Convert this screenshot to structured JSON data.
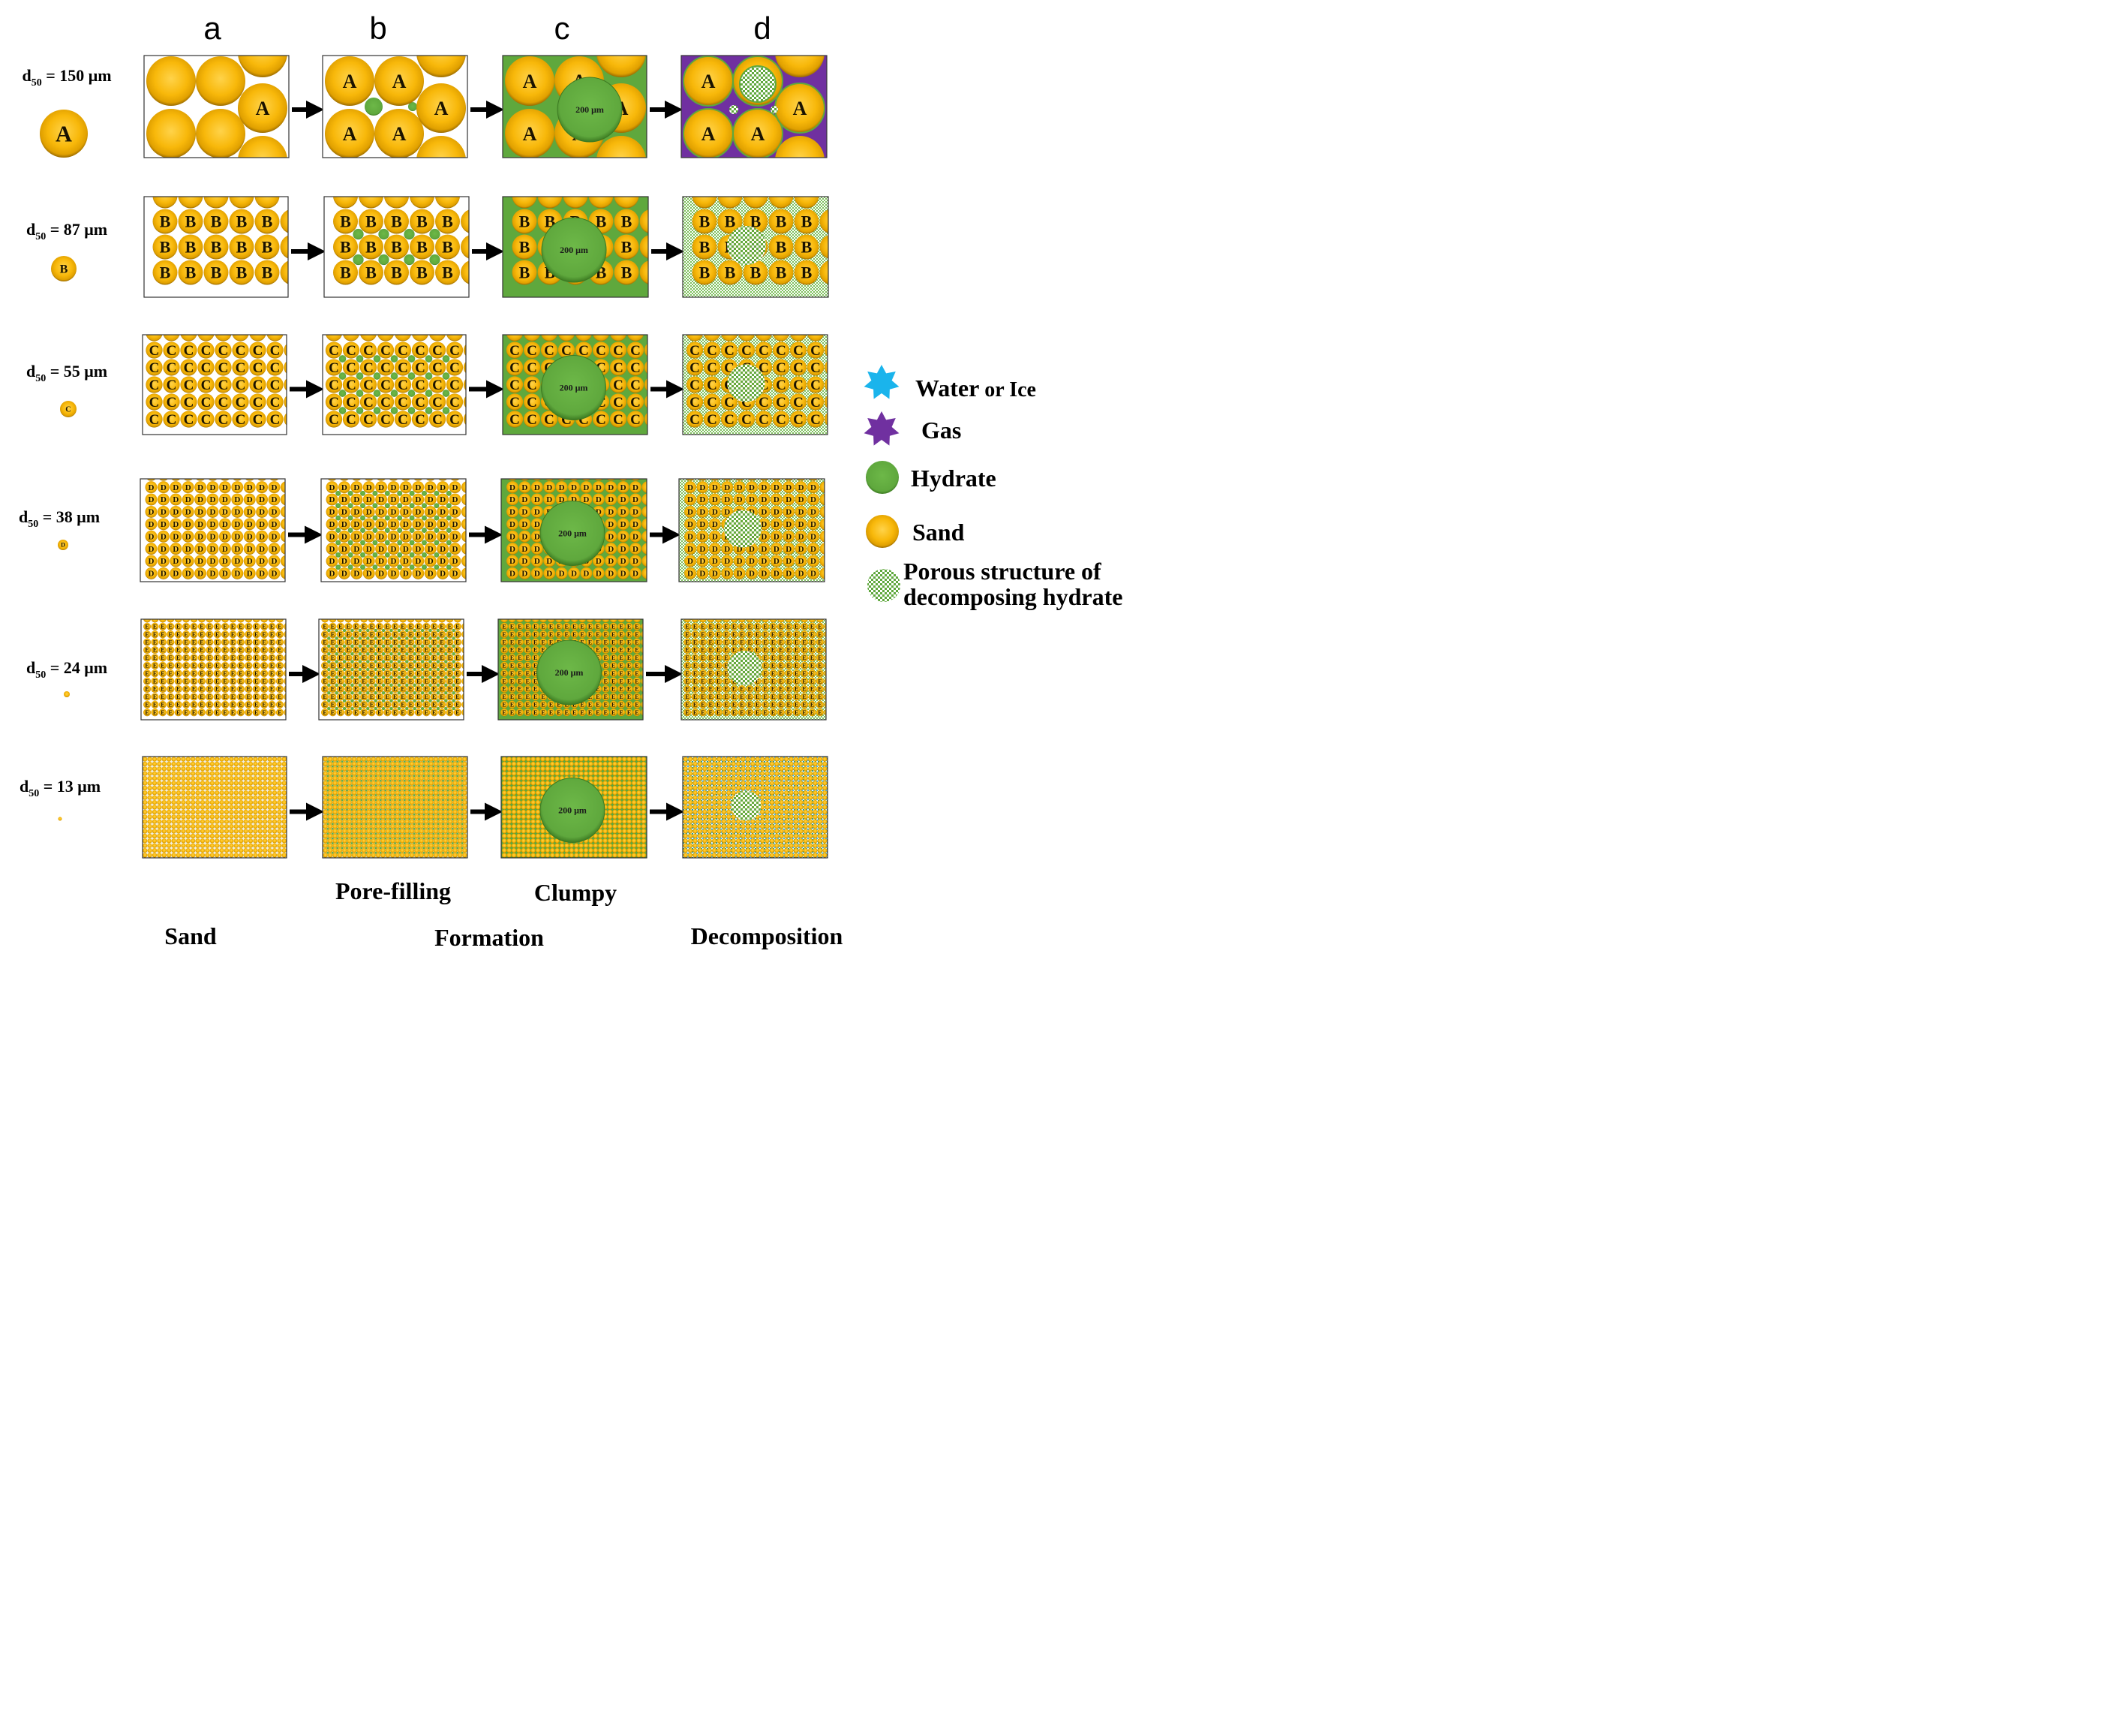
{
  "columns": [
    "a",
    "b",
    "c",
    "d"
  ],
  "rows": [
    {
      "d50_prefix": "d",
      "d50_sub": "50",
      "d50_value": " = 150 μm",
      "particle": "A"
    },
    {
      "d50_prefix": "d",
      "d50_sub": "50",
      "d50_value": " = 87 μm",
      "particle": "B"
    },
    {
      "d50_prefix": "d",
      "d50_sub": "50",
      "d50_value": " = 55 μm",
      "particle": "C"
    },
    {
      "d50_prefix": "d",
      "d50_sub": "50",
      "d50_value": " = 38 μm",
      "particle": "D"
    },
    {
      "d50_prefix": "d",
      "d50_sub": "50",
      "d50_value": " = 24 μm",
      "particle": "E"
    },
    {
      "d50_prefix": "d",
      "d50_sub": "50",
      "d50_value": " = 13 μm",
      "particle": ""
    }
  ],
  "hydrate_label": "200 μm",
  "stage_labels": {
    "pore_filling": "Pore-filling",
    "clumpy": "Clumpy",
    "sand": "Sand",
    "formation": "Formation",
    "decomposition": "Decomposition"
  },
  "legend": [
    {
      "key": "water",
      "label_main": "Water",
      "label_tail": " or Ice",
      "icon": "star-icon",
      "color": "#1ab4ec"
    },
    {
      "key": "gas",
      "label_main": "Gas",
      "label_tail": "",
      "icon": "star-icon",
      "color": "#7030a0"
    },
    {
      "key": "hydrate",
      "label_main": "Hydrate",
      "label_tail": "",
      "icon": "circle-icon",
      "color": "#5fa83d"
    },
    {
      "key": "sand",
      "label_main": "Sand",
      "label_tail": "",
      "icon": "circle-icon",
      "color": "#ffc000"
    },
    {
      "key": "porous",
      "label_main": "Porous structure of",
      "label_tail": "decomposing  hydrate",
      "icon": "checker-icon",
      "color": "#5fa83d"
    }
  ],
  "colors": {
    "sand": "#f8b80a",
    "sand_light": "#ffd34a",
    "sand_dark": "#a87400",
    "hydrate": "#5fa83d",
    "hydrate_dark": "#3c7a22",
    "gas": "#7030a0",
    "water": "#1ab4ec",
    "arrow": "#000000",
    "frame": "#333333",
    "background": "#ffffff"
  }
}
